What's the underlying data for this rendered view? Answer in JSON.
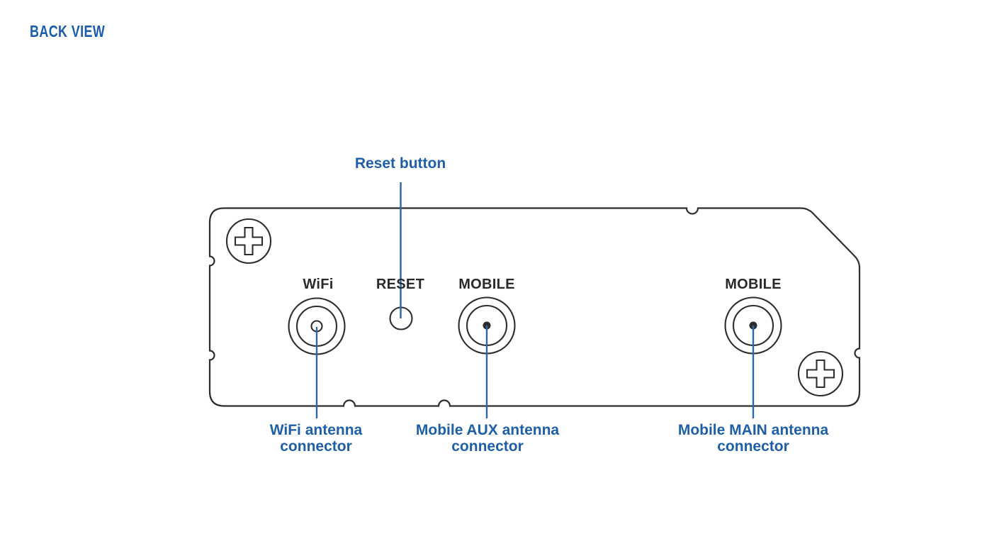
{
  "page": {
    "title": "BACK VIEW"
  },
  "colors": {
    "background": "#ffffff",
    "title_blue": "#1a5cad",
    "callout_blue": "#1e5fa8",
    "leader_blue": "#2c66ab",
    "outline_dark": "#2d2d2d",
    "label_dark": "#2b2a2a"
  },
  "device": {
    "icons": {
      "screw": "phillips-screw-icon",
      "antenna_connector": "sma-antenna-connector-icon",
      "reset_hole": "reset-pinhole-icon"
    },
    "ports": {
      "wifi": {
        "label": "WiFi"
      },
      "reset": {
        "label": "RESET"
      },
      "mobile_aux": {
        "label": "MOBILE"
      },
      "mobile_main": {
        "label": "MOBILE"
      }
    }
  },
  "callouts": {
    "reset": {
      "label": "Reset button"
    },
    "wifi": {
      "line1": "WiFi antenna",
      "line2": "connector"
    },
    "mobile_aux": {
      "line1": "Mobile AUX antenna",
      "line2": "connector"
    },
    "mobile_main": {
      "line1": "Mobile MAIN antenna",
      "line2": "connector"
    }
  }
}
